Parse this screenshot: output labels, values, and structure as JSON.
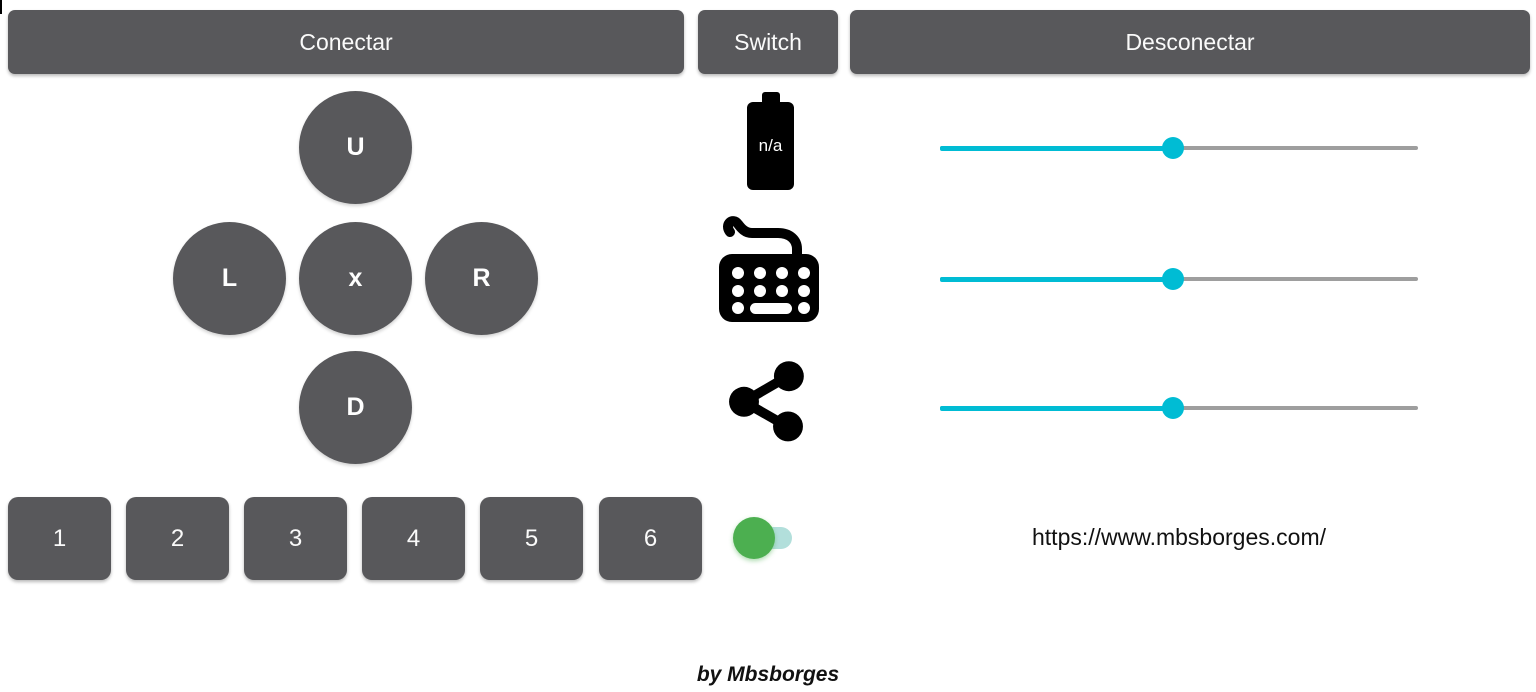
{
  "toolbar": {
    "connect_label": "Conectar",
    "switch_label": "Switch",
    "disconnect_label": "Desconectar"
  },
  "dpad": {
    "up_label": "U",
    "left_label": "L",
    "center_label": "x",
    "right_label": "R",
    "down_label": "D"
  },
  "number_buttons": {
    "b1": "1",
    "b2": "2",
    "b3": "3",
    "b4": "4",
    "b5": "5",
    "b6": "6"
  },
  "battery": {
    "status": "n/a"
  },
  "icons": {
    "battery": "battery-icon",
    "keyboard": "keyboard-icon",
    "share": "share-icon"
  },
  "toggle": {
    "state": "on",
    "thumb_color": "#4CAF50",
    "track_color": "#B2DFDB"
  },
  "sliders": {
    "s1": {
      "value_percent": 48.7
    },
    "s2": {
      "value_percent": 48.7
    },
    "s3": {
      "value_percent": 48.7
    }
  },
  "link": {
    "url": "https://www.mbsborges.com/"
  },
  "footer": {
    "credit": "by Mbsborges"
  },
  "colors": {
    "button_gray": "#58585B",
    "slider_active": "#00BCD4",
    "slider_inactive": "#9E9E9E",
    "icon_black": "#000000"
  }
}
